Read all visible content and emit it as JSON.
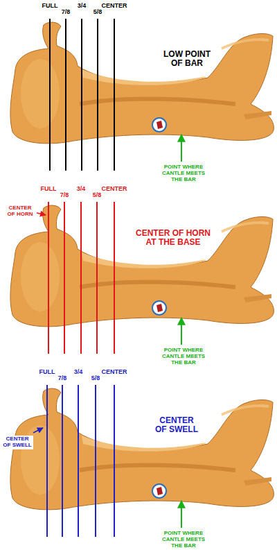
{
  "diagram": {
    "labels": [
      "FULL",
      "7/8",
      "3/4",
      "5/8",
      "CENTER",
      "LOW POINT OF BAR",
      "POINT WHERE CANTLE MEETS THE BAR",
      "FULL",
      "7/8",
      "3/4",
      "5/8",
      "CENTER",
      "CENTER OF HORN",
      "CENTER OF HORN AT THE BASE",
      "POINT WHERE CANTLE MEETS THE BAR",
      "FULL",
      "7/8",
      "3/4",
      "5/8",
      "CENTER",
      "CENTER OF SWELL",
      "CENTER OF SWELL",
      "POINT WHERE CANTLE MEETS THE BAR"
    ]
  }
}
